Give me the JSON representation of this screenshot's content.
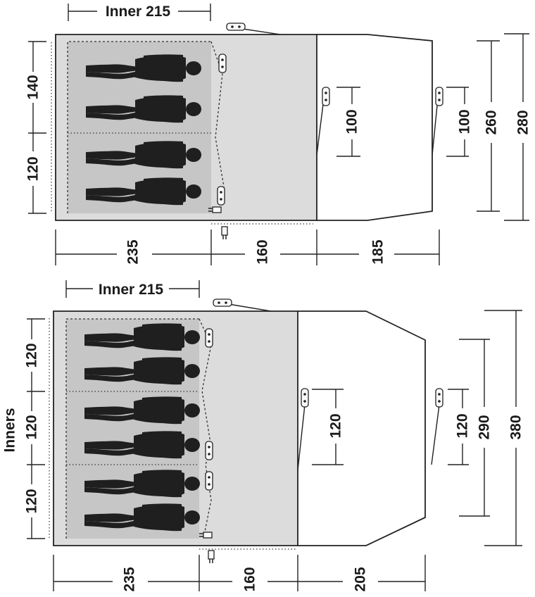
{
  "top_plan": {
    "inner_label": "Inner 215",
    "dim_140": "140",
    "dim_120": "120",
    "dim_door_left": "100",
    "dim_door_right": "100",
    "dim_260": "260",
    "dim_280": "280",
    "dim_235": "235",
    "dim_160": "160",
    "dim_185": "185"
  },
  "bottom_plan": {
    "inner_label": "Inner 215",
    "inners_label": "Inners",
    "dim_120_a": "120",
    "dim_120_b": "120",
    "dim_120_c": "120",
    "dim_door_left": "120",
    "dim_door_right": "120",
    "dim_290": "290",
    "dim_380": "380",
    "dim_235": "235",
    "dim_160": "160",
    "dim_205": "205"
  },
  "colors": {
    "porch": "#dcdcdc",
    "inner": "#c6c6c6",
    "line": "#222222",
    "person": "#1f1f1f"
  }
}
